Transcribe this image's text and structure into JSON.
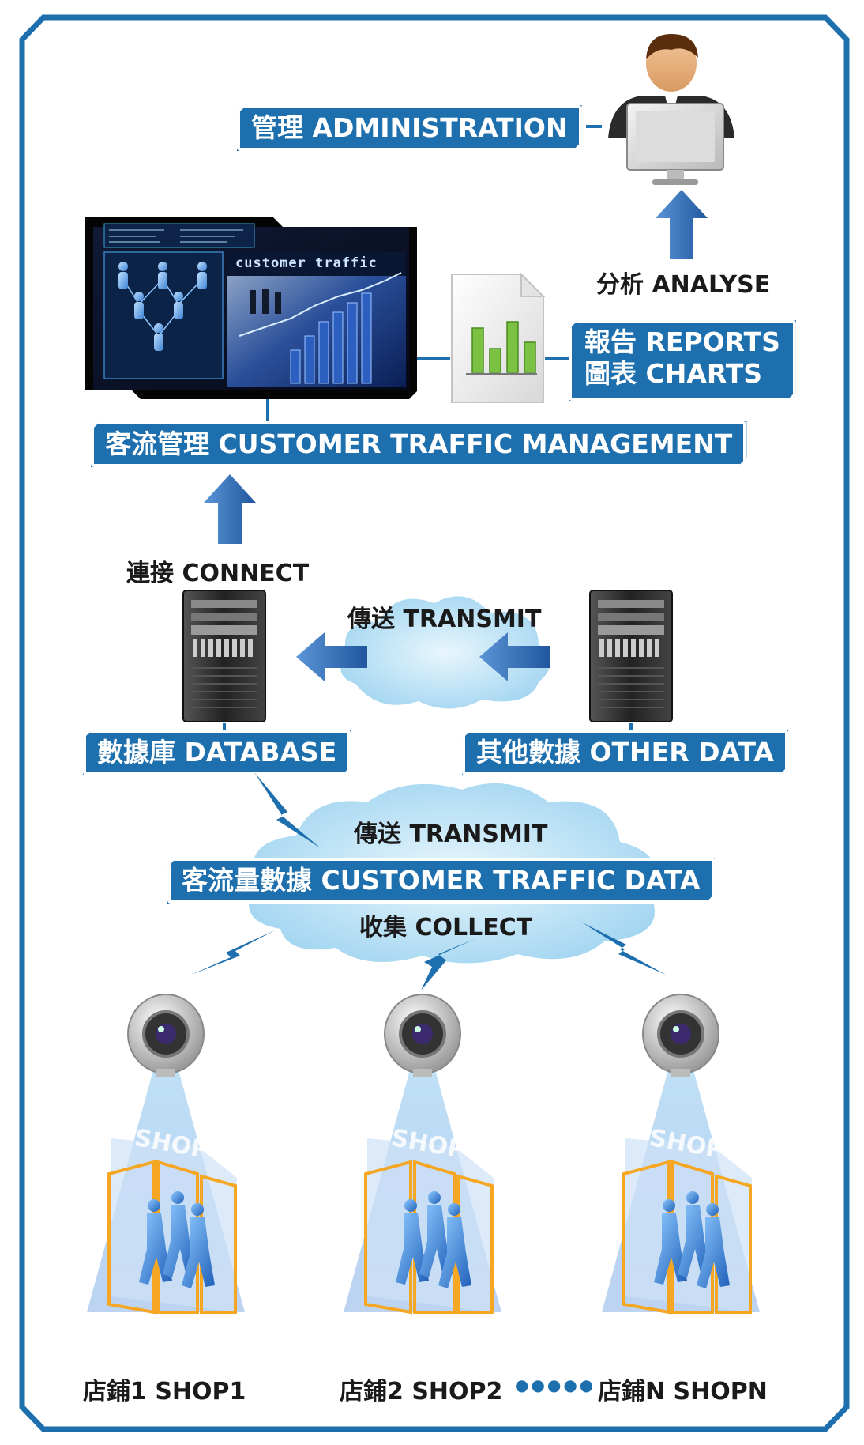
{
  "labels": {
    "administration": "管理 ADMINISTRATION",
    "analyse": "分析 ANALYSE",
    "reports": "報告 REPORTS",
    "charts": "圖表 CHARTS",
    "management": "客流管理 CUSTOMER TRAFFIC MANAGEMENT",
    "connect": "連接 CONNECT",
    "transmit_top": "傳送 TRANSMIT",
    "database": "數據庫 DATABASE",
    "other_data": "其他數據 OTHER DATA",
    "transmit_bottom": "傳送 TRANSMIT",
    "traffic_data": "客流量數據 CUSTOMER TRAFFIC DATA",
    "collect": "收集 COLLECT",
    "shop1": "店鋪1 SHOP1",
    "shop2": "店鋪2 SHOP2",
    "shopn": "店鋪N SHOPN",
    "dots": "●●●●●"
  },
  "screen": {
    "title": "customer traffic",
    "shop_sign": "SHOP"
  },
  "colors": {
    "brand_blue": "#1e6fae",
    "arrow_blue": "#2f6fbf",
    "cloud": "#c5e6f7",
    "door_orange": "#f5a623"
  }
}
